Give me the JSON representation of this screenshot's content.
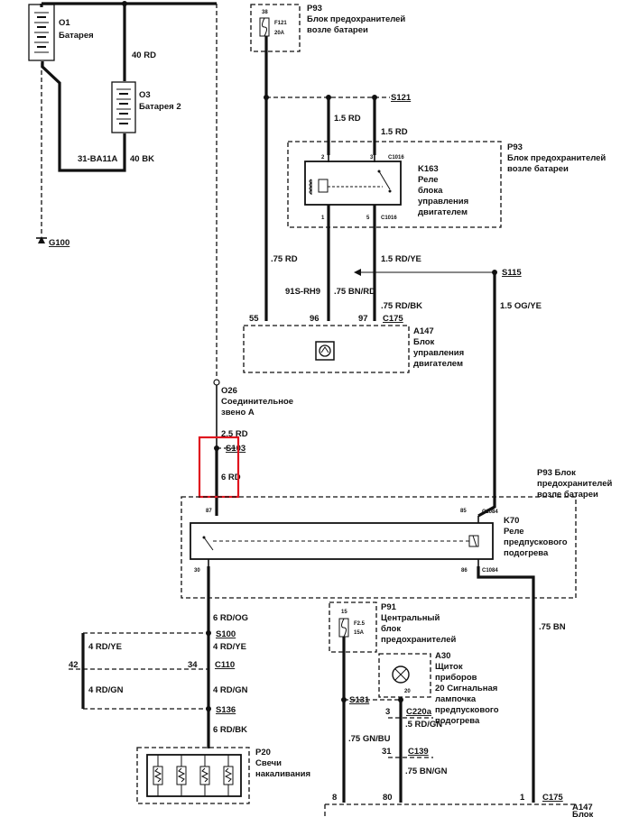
{
  "components": {
    "o1": {
      "code": "O1",
      "name": "Батарея"
    },
    "o3": {
      "code": "O3",
      "name": "Батарея 2"
    },
    "g100": "G100",
    "p93_top": {
      "code": "P93",
      "line1": "Блок предохранителей",
      "line2": "возле батареи",
      "fuse": "F121",
      "fuse_rating": "20A",
      "pin": "38"
    },
    "s121": "S121",
    "k163_block": {
      "code": "P93",
      "line1": "Блок предохранителей",
      "line2": "возле батареи"
    },
    "k163": {
      "code": "K163",
      "line1": "Реле",
      "line2": "блока",
      "line3": "управления",
      "line4": "двигателем",
      "pin2": "2",
      "pin3": "3",
      "pin1": "1",
      "pin5": "5",
      "conn_top": "C1016",
      "conn_bottom": "C1016"
    },
    "s115": "S115",
    "a147": {
      "code": "A147",
      "line1": "Блок",
      "line2": "управления",
      "line3": "двигателем",
      "pin55": "55",
      "pin96": "96",
      "pin97": "97",
      "connector": "C175"
    },
    "o26": {
      "code": "O26",
      "line1": "Соединительное",
      "line2": "звено А"
    },
    "s103": "S103",
    "k70_block": {
      "code": "P93 Блок",
      "line1": "предохранителей",
      "line2": "возле батареи"
    },
    "k70": {
      "code": "K70",
      "line1": "Реле",
      "line2": "предпускового",
      "line3": "подогрева",
      "pin87": "87",
      "pin85": "85",
      "pin30": "30",
      "pin86": "86",
      "conn_top": "C1084",
      "conn_bottom": "C1084"
    },
    "s100": "S100",
    "c110": {
      "name": "C110",
      "pin42": "42",
      "pin34": "34"
    },
    "s136": "S136",
    "p20": {
      "code": "P20",
      "line1": "Свечи",
      "line2": "накаливания"
    },
    "p91": {
      "code": "P91",
      "line1": "Центральный",
      "line2": "блок",
      "line3": "предохранителей",
      "fuse": "F2.5",
      "fuse_rating": "15A",
      "pin": "15"
    },
    "a30": {
      "code": "A30",
      "line1": "Щиток",
      "line2": "приборов",
      "line3": "20 Сигнальная",
      "line4": "лампочка",
      "line5": "предпускового",
      "line6": "подогрева",
      "pin": "20"
    },
    "s131": "S131",
    "c220a": {
      "name": "C220a",
      "pin": "3"
    },
    "c139": {
      "name": "C139",
      "pin": "31"
    },
    "a147_bottom": {
      "code": "A147",
      "line1": "Блок",
      "pin8": "8",
      "pin80": "80",
      "pin1": "1",
      "connector": "C175"
    }
  },
  "wires": {
    "w40rd": "40 RD",
    "w31ba": "31-BA11A",
    "w40bk": "40 BK",
    "w15rd_a": "1.5 RD",
    "w15rd_b": "1.5 RD",
    "w75rd": ".75 RD",
    "w15rdye": "1.5 RD/YE",
    "w91s": "91S-RH9",
    "w75bnrd": ".75 BN/RD",
    "w75rdbk": ".75 RD/BK",
    "w15ogye": "1.5 OG/YE",
    "w25rd": "2.5 RD",
    "w6rd": "6 RD",
    "w6rdog": "6 RD/OG",
    "w4rdye_l": "4 RD/YE",
    "w4rdye_r": "4 RD/YE",
    "w4rdgn_l": "4 RD/GN",
    "w4rdgn_r": "4 RD/GN",
    "w6rdbk": "6 RD/BK",
    "w75gnbu": ".75 GN/BU",
    "w5rdgn": ".5 RD/GN",
    "w75bngn": ".75 BN/GN",
    "w75bn": ".75 BN"
  },
  "colors": {
    "ink": "#111111",
    "highlight": "#e0141e",
    "paper": "#ffffff"
  }
}
